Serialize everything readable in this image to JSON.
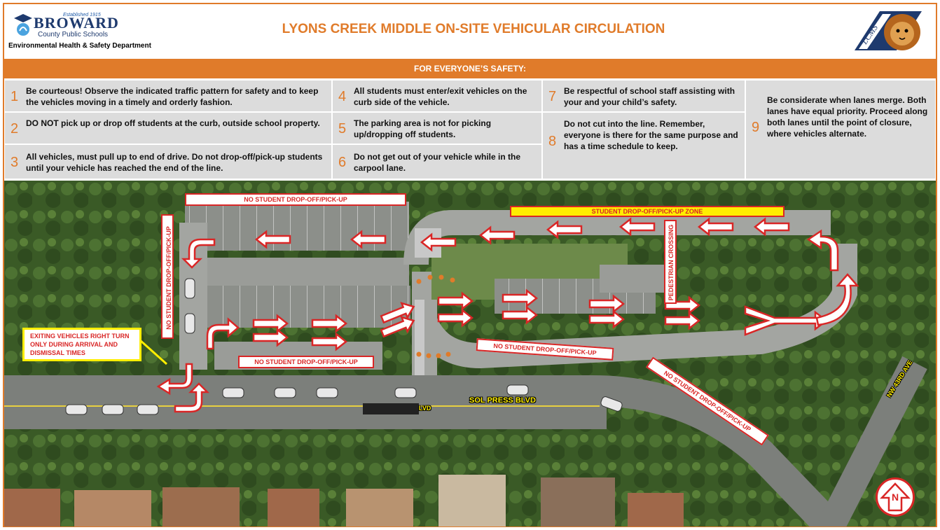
{
  "header": {
    "established": "Established 1915",
    "org_name": "BROWARD",
    "org_sub": "County Public Schools",
    "department": "Environmental Health & Safety Department",
    "title": "LYONS CREEK MIDDLE ON-SITE VEHICULAR CIRCULATION",
    "mascot_text": "LCMS"
  },
  "banner": "FOR EVERYONE’S SAFETY:",
  "rules": [
    {
      "num": "1",
      "text": "Be courteous! Observe the indicated traffic pattern for safety and to keep the vehicles moving in a timely and orderly fashion."
    },
    {
      "num": "2",
      "text": "DO NOT pick up or drop off students at the curb, outside school property."
    },
    {
      "num": "3",
      "text": "All vehicles, must pull up to end of drive.  Do not drop-off/pick-up students until your vehicle has reached the end of the line."
    },
    {
      "num": "4",
      "text": "All students must enter/exit vehicles on the curb side of the vehicle."
    },
    {
      "num": "5",
      "text": "The parking area is not for picking up/dropping off students."
    },
    {
      "num": "6",
      "text": "Do not get out of your vehicle while in the carpool lane."
    },
    {
      "num": "7",
      "text": "Be respectful of school staff assisting with your and your child’s safety."
    },
    {
      "num": "8",
      "text": "Do not cut into the line. Remember, everyone is there for the same purpose and has a time schedule to keep."
    },
    {
      "num": "9",
      "text": "Be considerate when lanes merge. Both lanes have equal priority. Proceed along both lanes until the point of closure, where vehicles alternate."
    }
  ],
  "map": {
    "no_drop_top": "NO STUDENT DROP-OFF/PICK-UP",
    "no_drop_left": "NO  STUDENT DROP-OFF/PICK-UP",
    "no_drop_bottom_left": "NO STUDENT DROP-OFF/PICK-UP",
    "no_drop_middle": "NO STUDENT DROP-OFF/PICK-UP",
    "no_drop_diag": "NO STUDENT DROP-OFF/PICK-UP",
    "zone": "STUDENT DROP-OFF/PICK-UP ZONE",
    "crossing": "PEDESTRIAN CROSSING",
    "exit_note": "EXITING VEHICLES RIGHT TURN ONLY DURING ARRIVAL AND DISMISSAL TIMES",
    "street_main": "SOL PRESS BLVD",
    "street_partial": "LVD",
    "street_side": "NW 43RD AVE",
    "north": "N"
  },
  "colors": {
    "accent": "#e07b2a",
    "arrow": "#d92626",
    "zone": "#ffee00",
    "rule_bg": "#dcdcdc"
  }
}
